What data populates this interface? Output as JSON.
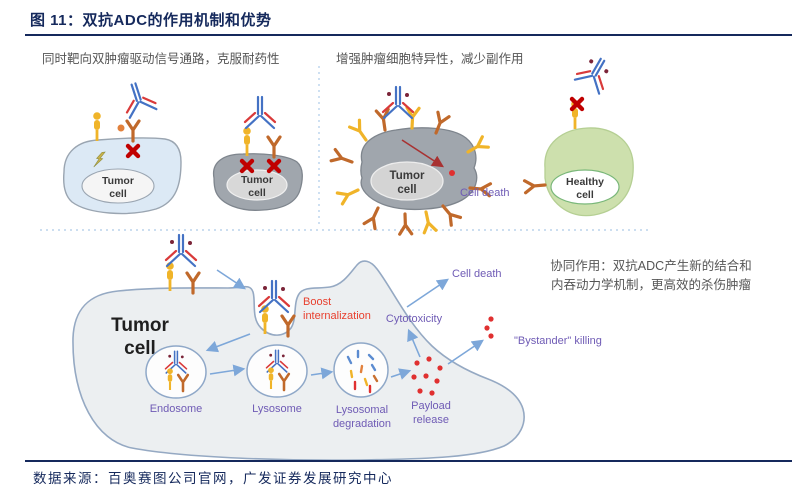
{
  "title": {
    "text": "图 11：双抗ADC的作用机制和优势"
  },
  "captions": {
    "left": "同时靶向双肿瘤驱动信号通路，克服耐药性",
    "right": "增强肿瘤细胞特异性，减少副作用"
  },
  "labels": {
    "tumor": "Tumor",
    "cell": "cell",
    "healthy": "Healthy",
    "cell_death_top": "Cell death",
    "cell_death_bottom": "Cell death",
    "cytotoxicity": "Cytotoxicity",
    "endosome": "Endosome",
    "lysosome": "Lysosome",
    "lysosomal": "Lysosomal",
    "degradation": "degradation",
    "payload": "Payload",
    "release": "release",
    "bystander": "\"Bystander\" killing",
    "boost": "Boost",
    "internalization": "internalization"
  },
  "annotations": {
    "synergy_line1": "协同作用：双抗ADC产生新的结合和",
    "synergy_line2": "内吞动力学机制，更高效的杀伤肿瘤"
  },
  "footer": {
    "source": "数据来源：百奥赛图公司官网，广发证券发展研究中心"
  },
  "colors": {
    "title_navy": "#15295c",
    "antibody_blue": "#4472c4",
    "antibody_red": "#d93a3a",
    "receptor_orange": "#c0692b",
    "receptor_yellow": "#f0b429",
    "inhibit_red": "#c00000",
    "arrow_blue": "#7da7d9",
    "death_arrow_red": "#a83232",
    "label_purple": "#6f5bb5",
    "boost_red": "#e8402f",
    "tumor_gray": "#a0a6ad",
    "tumor_light_blue": "#dce9f5",
    "healthy_green": "#cde0ad",
    "big_cell_gray": "#eceff1",
    "payload_dot_red": "#e03030"
  }
}
